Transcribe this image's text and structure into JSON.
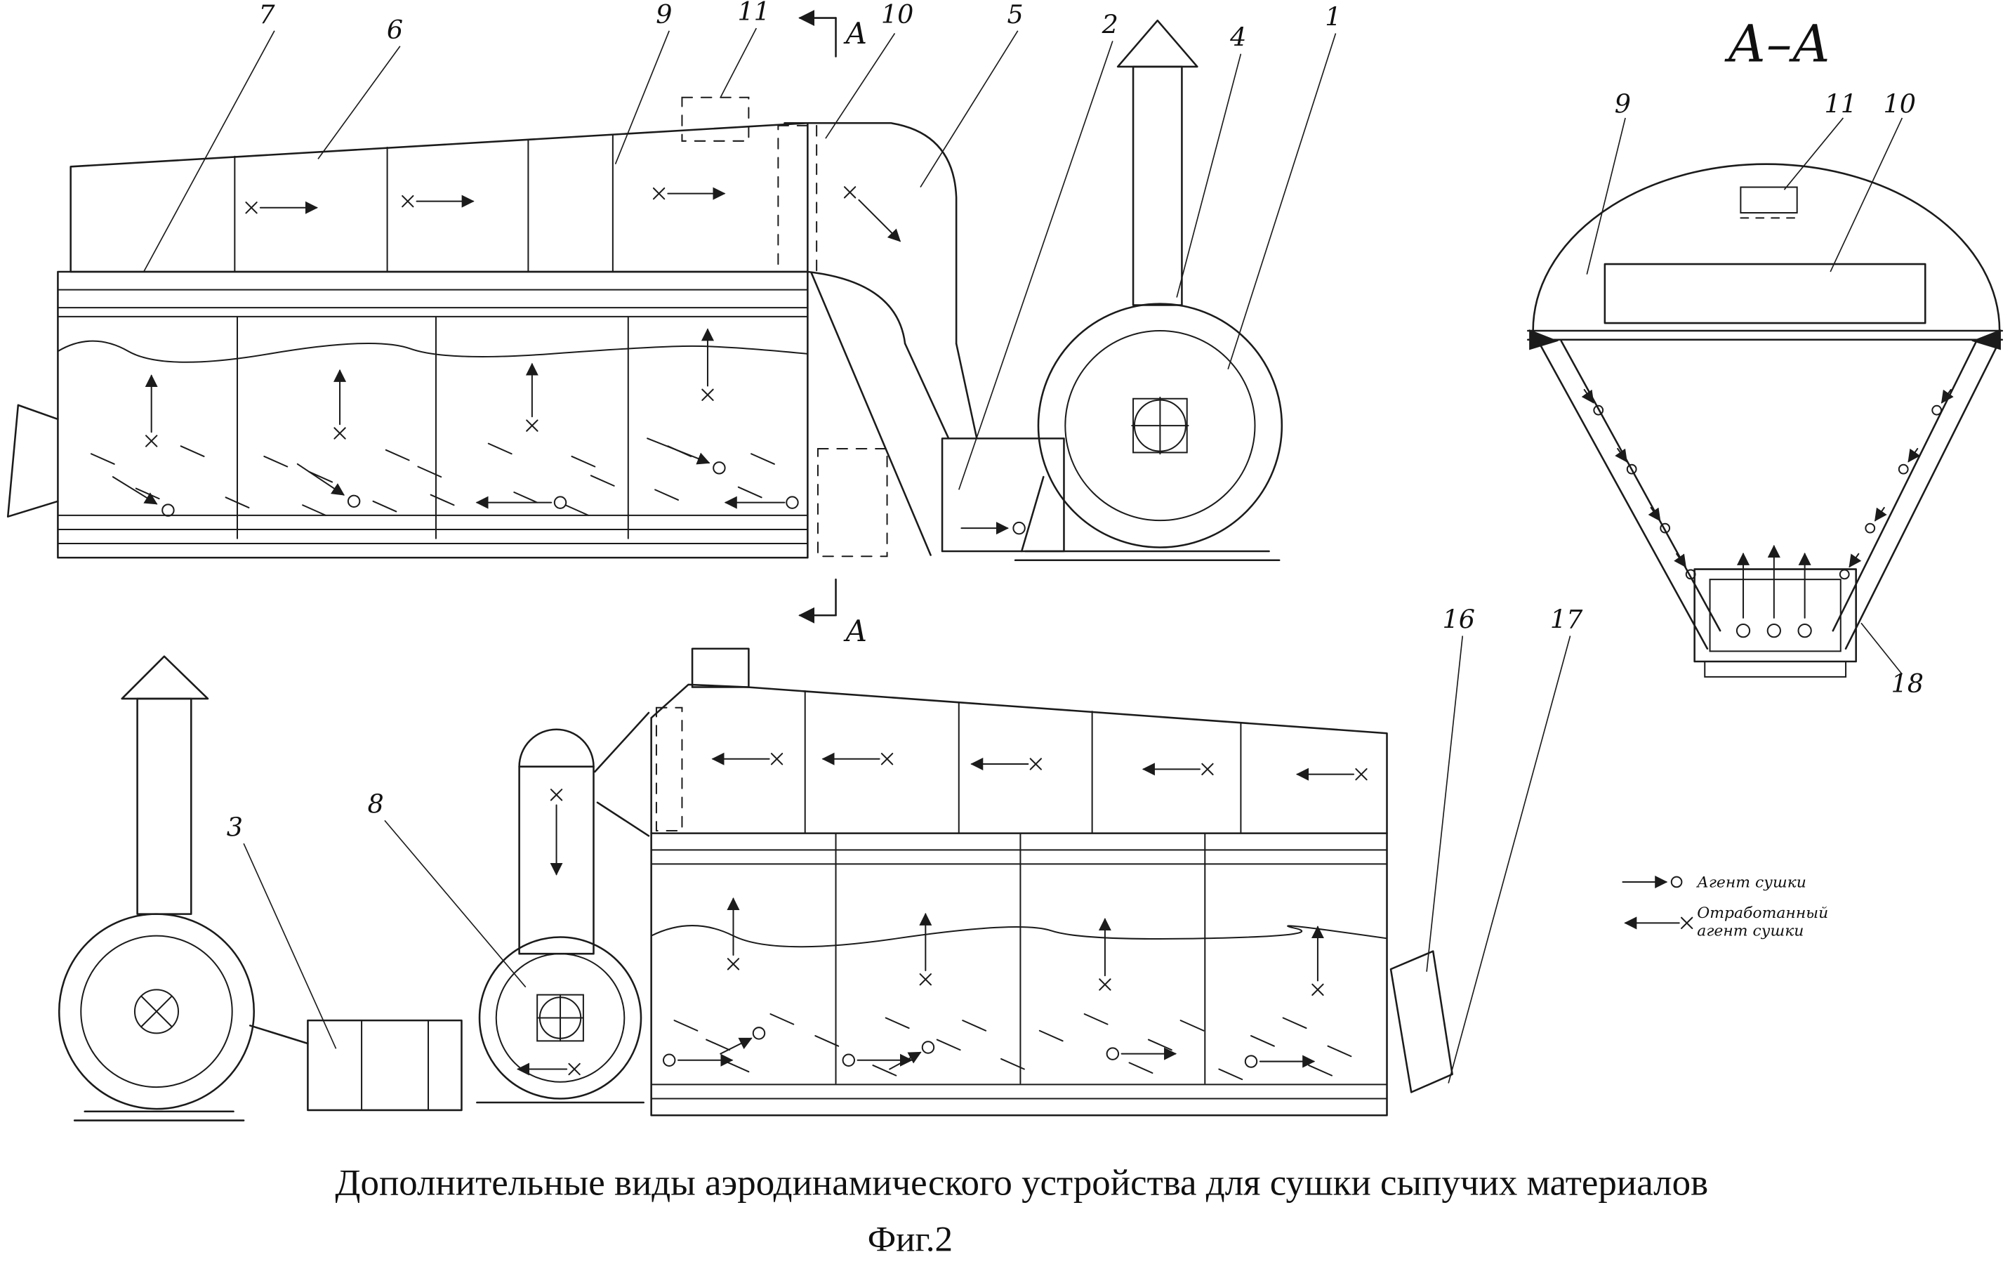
{
  "figure": {
    "caption": "Дополнительные виды аэродинамического устройства для сушки сыпучих материалов",
    "label": "Фиг.2"
  },
  "section_view": {
    "title": "А–А",
    "cut_letter": "А"
  },
  "callouts": {
    "top": [
      "7",
      "6",
      "9",
      "11",
      "10",
      "5",
      "2",
      "4",
      "1"
    ],
    "bottom": [
      "3",
      "8",
      "16",
      "17"
    ],
    "aa": [
      "9",
      "11",
      "10",
      "18"
    ]
  },
  "legend": {
    "drying_agent": "Агент сушки",
    "spent_agent_line1": "Отработанный",
    "spent_agent_line2": "агент сушки"
  }
}
